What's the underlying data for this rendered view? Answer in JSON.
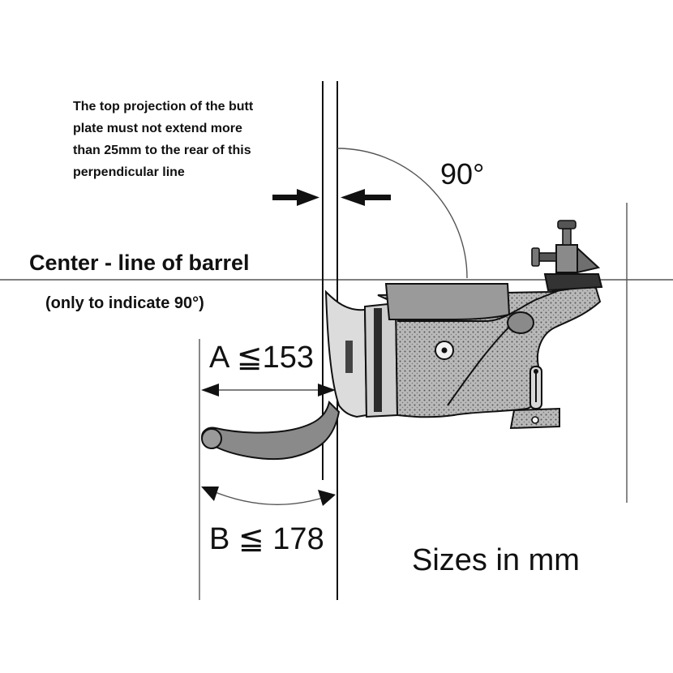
{
  "diagram": {
    "note_line1": "The top projection of the butt",
    "note_line2": "plate must not extend more",
    "note_line3": "than 25mm to the rear of this",
    "note_line4": "perpendicular line",
    "angle_label": "90°",
    "centerline_label": "Center - line of barrel",
    "centerline_sublabel": "(only to indicate 90°)",
    "dimension_a": "A ≦153",
    "dimension_b": "B ≦ 178",
    "units_label": "Sizes in mm"
  },
  "colors": {
    "line": "#111111",
    "thin_line": "#555555",
    "shade": "#8a8a8a",
    "background": "#ffffff"
  }
}
